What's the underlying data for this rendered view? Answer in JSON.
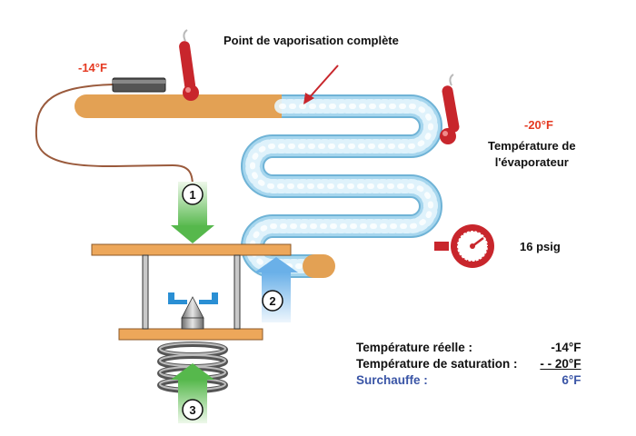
{
  "title": "Point de vaporisation complète",
  "bulb_temperature": "-14°F",
  "evaporator": {
    "temperature": "-20°F",
    "label_line1": "Température de",
    "label_line2": "l'évaporateur"
  },
  "pressure": "16 psig",
  "steps": [
    "1",
    "2",
    "3"
  ],
  "calculation": {
    "actual_label": "Température réelle :",
    "actual_value": "-14°F",
    "saturation_label": "Température de saturation :",
    "saturation_value": "- - 20°F",
    "superheat_label": "Surchauffe :",
    "superheat_value": "6°F"
  },
  "colors": {
    "vapor_tube": "#f2bd73",
    "liquid_tube": "#a6d6ee",
    "bubble": "#d9f0fb",
    "thermometer": "#c8262c",
    "plate": "#eda75a",
    "arrow_green": "#56b84c",
    "arrow_blue": "#6ab0e8",
    "label_red": "#e53a22",
    "label_blue": "#3a55a6"
  }
}
